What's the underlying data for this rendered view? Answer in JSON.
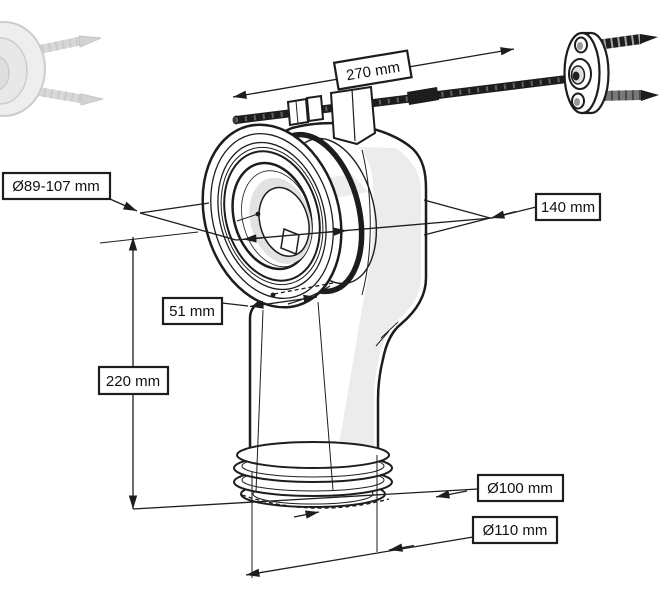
{
  "diagram": {
    "type": "technical-dimension-drawing",
    "subject": "90-degree WC pan connector elbow with fixing rod and wall flange",
    "colors": {
      "line": "#1d1d1b",
      "shade": "#e9e9e9",
      "background": "#ffffff"
    },
    "labels": {
      "rod_length": "270 mm",
      "inlet_diameter_range": "Ø89-107 mm",
      "depth": "140 mm",
      "offset": "51 mm",
      "height": "220 mm",
      "seal_diameter": "Ø100 mm",
      "outlet_diameter": "Ø110 mm"
    },
    "parts": {
      "faded_part": "wall-flange-photo",
      "rod": "threaded-fixing-rod",
      "clamp": "rod-clamp-bracket",
      "flange": "wall-fixing-flange",
      "body": "elbow-connector-body",
      "socket": "inlet-socket",
      "seal": "outlet-seal-rings"
    }
  }
}
